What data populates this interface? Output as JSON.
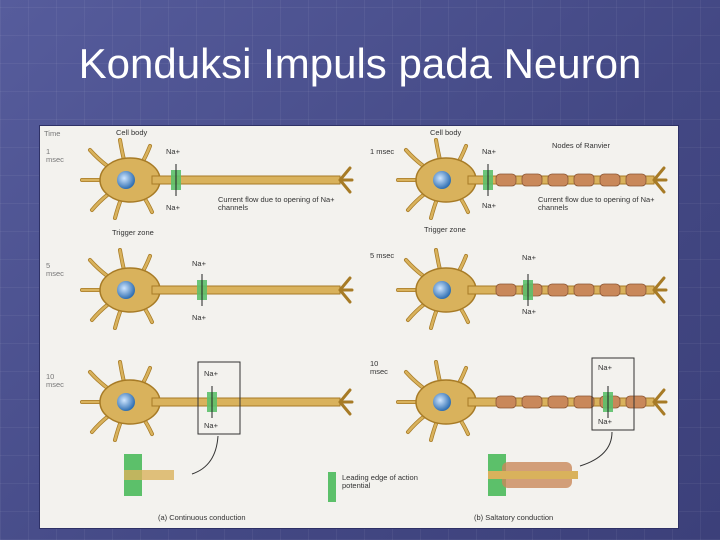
{
  "slide": {
    "title": "Konduksi Impuls pada Neuron"
  },
  "left": {
    "time_header": "Time",
    "times": [
      "1 msec",
      "5 msec",
      "10 msec"
    ],
    "cell_body": "Cell body",
    "na": "Na+",
    "current_flow": "Current flow due to opening of Na+ channels",
    "trigger_zone": "Trigger zone",
    "caption": "(a) Continuous conduction"
  },
  "right": {
    "cell_body": "Cell body",
    "times": [
      "1 msec",
      "5 msec",
      "10 msec"
    ],
    "nodes": "Nodes of Ranvier",
    "current_flow": "Current flow due to opening of Na+ channels",
    "trigger_zone": "Trigger zone",
    "caption": "(b) Saltatory conduction"
  },
  "legend": {
    "label": "Leading edge of action potential"
  },
  "colors": {
    "axon": "#d9b25c",
    "axon_dark": "#a77b26",
    "zone": "#5cc06a",
    "myelin": "#c9885a",
    "nucleus": "#3d7fc0"
  }
}
